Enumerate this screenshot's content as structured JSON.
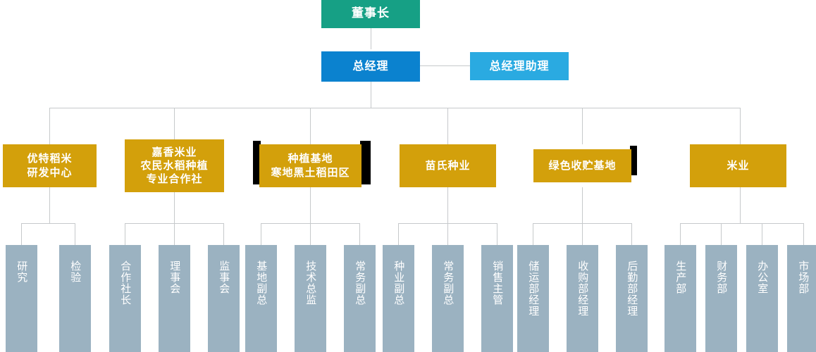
{
  "colors": {
    "chairman": "#16a085",
    "general_manager": "#0b82cf",
    "gm_assistant": "#2aaae1",
    "division": "#d3a00b",
    "leaf": "#9bb2c1",
    "connector": "#c6c9cb",
    "accent_black": "#000000",
    "background": "#ffffff"
  },
  "top": {
    "chairman": "董事长",
    "general_manager": "总经理",
    "gm_assistant": "总经理助理"
  },
  "divisions": [
    {
      "label": "优特稻米\n研发中心",
      "flank": "none"
    },
    {
      "label": "嘉香米业\n农民水稻种植\n专业合作社",
      "flank": "none"
    },
    {
      "label": "种植基地\n寒地黑土稻田区",
      "flank": "both"
    },
    {
      "label": "苗氏种业",
      "flank": "none"
    },
    {
      "label": "绿色收贮基地",
      "flank": "right"
    },
    {
      "label": "米业",
      "flank": "none"
    }
  ],
  "leaves": [
    {
      "label": "研究"
    },
    {
      "label": "检验"
    },
    {
      "label": "合作社长"
    },
    {
      "label": "理事会"
    },
    {
      "label": "监事会"
    },
    {
      "label": "基地副总"
    },
    {
      "label": "技术总监"
    },
    {
      "label": "常务副总"
    },
    {
      "label": "种业副总"
    },
    {
      "label": "常务副总"
    },
    {
      "label": "销售主管"
    },
    {
      "label": "储运部经理"
    },
    {
      "label": "收购部经理"
    },
    {
      "label": "后勤部经理"
    },
    {
      "label": "生产部"
    },
    {
      "label": "财务部"
    },
    {
      "label": "办公室"
    },
    {
      "label": "市场部"
    }
  ]
}
